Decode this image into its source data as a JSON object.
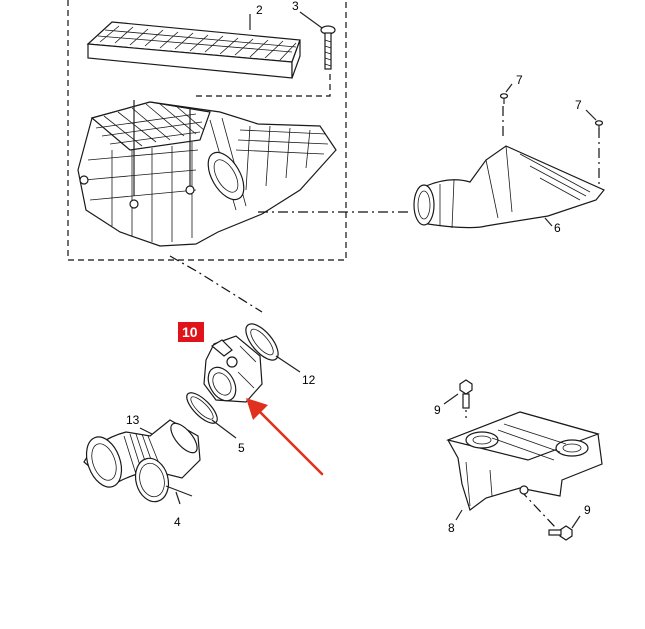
{
  "callouts": {
    "c2": "2",
    "c3": "3",
    "c4": "4",
    "c5": "5",
    "c6": "6",
    "c7a": "7",
    "c7b": "7",
    "c8": "8",
    "c9a": "9",
    "c9b": "9",
    "c10": "10",
    "c12": "12",
    "c13": "13"
  },
  "colors": {
    "highlight": "#e0131a",
    "arrow": "#e0301e",
    "line": "#1a1a1a",
    "background": "#ffffff"
  }
}
